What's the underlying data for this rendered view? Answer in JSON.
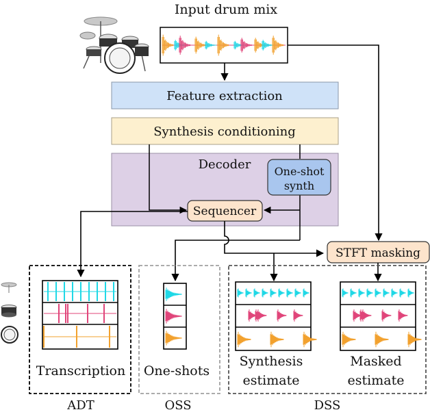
{
  "title": "Input drum mix",
  "blocks": {
    "feature_extraction": "Feature extraction",
    "synthesis_conditioning": "Synthesis conditioning",
    "decoder": "Decoder",
    "one_shot_synth_line1": "One-shot",
    "one_shot_synth_line2": "synth",
    "sequencer": "Sequencer",
    "stft_masking": "STFT masking"
  },
  "outputs": {
    "transcription": "Transcription",
    "one_shots": "One-shots",
    "synthesis_estimate_line1": "Synthesis",
    "synthesis_estimate_line2": "estimate",
    "masked_estimate_line1": "Masked",
    "masked_estimate_line2": "estimate"
  },
  "groups": {
    "adt": "ADT",
    "oss": "OSS",
    "dss": "DSS"
  },
  "colors": {
    "feature_extraction": "#cfe2f8",
    "synthesis_conditioning": "#fdf0cf",
    "decoder": "#ddd0e6",
    "one_shot_synth": "#a9c6ee",
    "sequencer": "#fde4cc",
    "stft_masking": "#fde4cc",
    "cyan": "#1fd8e6",
    "pink": "#e0457a",
    "orange": "#f2a12e"
  }
}
